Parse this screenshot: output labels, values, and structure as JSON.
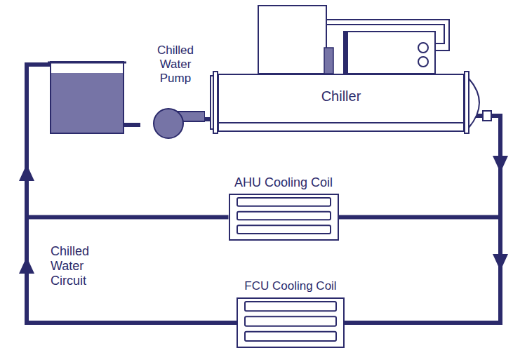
{
  "diagram": {
    "nodes": [
      {
        "text": [
          "Chilled Water Pump"
        ]
      },
      {
        "text": [
          "Chiller"
        ]
      },
      {
        "text": [
          "AHU Cooling Coil"
        ]
      },
      {
        "text": [
          "FCU Cooling Coil"
        ]
      }
    ],
    "edges": [
      {
        "from": 0,
        "to": 1,
        "arrow": "none"
      },
      {
        "from": 1,
        "to": 2,
        "arrow": "to"
      },
      {
        "from": 1,
        "to": 3,
        "arrow": "to"
      },
      {
        "from": 2,
        "to": 0,
        "arrow": "to"
      },
      {
        "from": 3,
        "to": 0,
        "arrow": "to"
      }
    ],
    "labels": [
      "Chilled Water Circuit"
    ]
  }
}
